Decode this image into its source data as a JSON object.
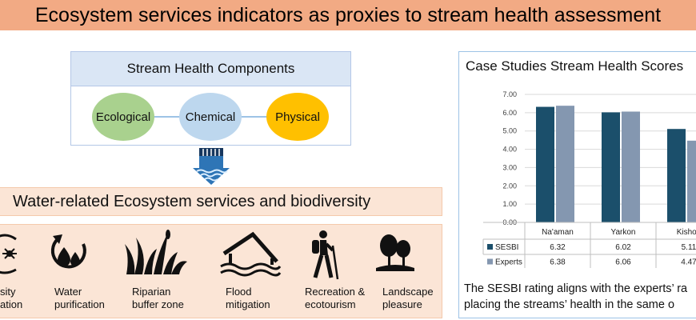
{
  "banner": {
    "title": "Ecosystem services indicators as proxies to stream health assessment"
  },
  "components": {
    "title": "Stream Health Components",
    "items": [
      {
        "label": "Ecological",
        "color": "#a9d18e"
      },
      {
        "label": "Chemical",
        "color": "#bdd7ee"
      },
      {
        "label": "Physical",
        "color": "#ffc000"
      }
    ]
  },
  "services": {
    "title": "Water-related Ecosystem services and biodiversity",
    "items": [
      {
        "label_line1": "sity",
        "label_line2": "ation",
        "icon": "biodiversity-icon"
      },
      {
        "label_line1": "Water",
        "label_line2": "purification",
        "icon": "water-drops-icon"
      },
      {
        "label_line1": "Riparian",
        "label_line2": "buffer zone",
        "icon": "grass-icon"
      },
      {
        "label_line1": "Flood",
        "label_line2": "mitigation",
        "icon": "flooded-house-icon"
      },
      {
        "label_line1": "Recreation &",
        "label_line2": "ecotourism",
        "icon": "hiker-icon"
      },
      {
        "label_line1": "Landscape",
        "label_line2": "pleasure",
        "icon": "trees-icon"
      }
    ]
  },
  "case_study": {
    "title": "Case Studies Stream Health Scores",
    "caption_line1": "The SESBI rating aligns with the experts’ ra",
    "caption_line2": "placing the streams’ health in the same o"
  },
  "colors": {
    "sesbi": "#1b4f6b",
    "experts": "#8497b0"
  },
  "chart_data": {
    "type": "bar",
    "title": "Case Studies Stream Health Scores",
    "categories": [
      "Na'aman",
      "Yarkon",
      "Kishon"
    ],
    "series": [
      {
        "name": "SESBI",
        "values": [
          6.32,
          6.02,
          5.11
        ],
        "labels": [
          "6.32",
          "6.02",
          "5.11"
        ]
      },
      {
        "name": "Experts",
        "values": [
          6.38,
          6.06,
          4.47
        ],
        "labels": [
          "6.38",
          "6.06",
          "4.47"
        ]
      }
    ],
    "ylim": [
      0,
      7
    ],
    "yticks": [
      "0.00",
      "1.00",
      "2.00",
      "3.00",
      "4.00",
      "5.00",
      "6.00",
      "7.00"
    ],
    "grid": true,
    "legend": "data-table"
  }
}
